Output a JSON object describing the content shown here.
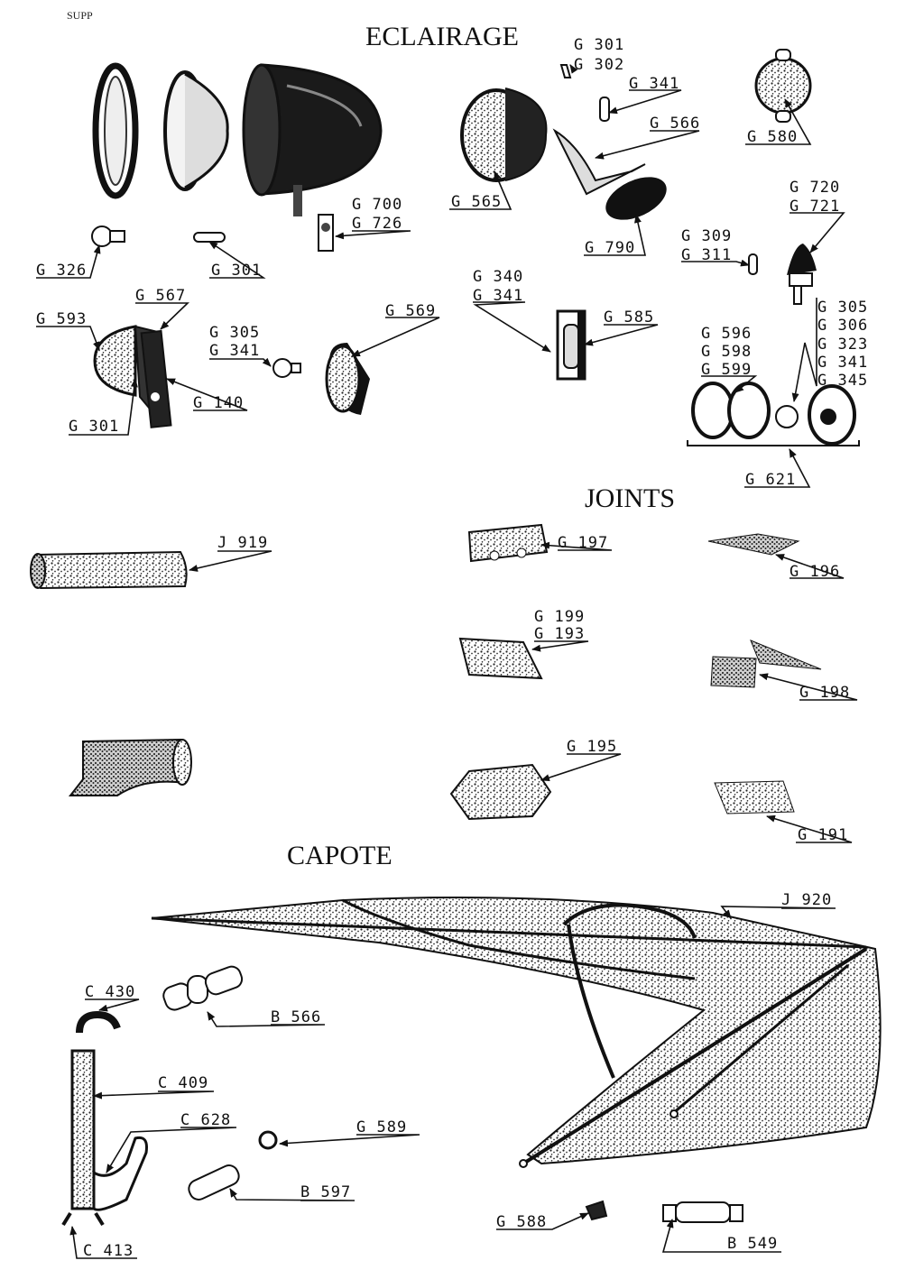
{
  "corner_text": "SUPP",
  "headings": {
    "eclairage": "ECLAIRAGE",
    "joints": "JOINTS",
    "capote": "CAPOTE"
  },
  "labels": {
    "g301_top": "G 301",
    "g302": "G 302",
    "g341_top": "G 341",
    "g566": "G 566",
    "g580": "G 580",
    "g565": "G 565",
    "g700": "G 700",
    "g726": "G 726",
    "g720": "G 720",
    "g721": "G 721",
    "g790": "G 790",
    "g309": "G 309",
    "g311": "G 311",
    "g326": "G 326",
    "g301_mid": "G 301",
    "g340": "G 340",
    "g341_mid": "G 341",
    "g567": "G 567",
    "g593": "G 593",
    "g305_left": "G 305",
    "g341_left": "G 341",
    "g569": "G 569",
    "g585": "G 585",
    "g305_right": "G 305",
    "g306": "G 306",
    "g323": "G 323",
    "g341_right": "G 341",
    "g345": "G 345",
    "g596": "G 596",
    "g598": "G 598",
    "g599": "G 599",
    "g140": "G 140",
    "g301_low": "G 301",
    "g621": "G 621",
    "j919": "J 919",
    "g197": "G 197",
    "g196": "G 196",
    "g199": "G 199",
    "g193": "G 193",
    "g198": "G 198",
    "g195": "G 195",
    "g191": "G 191",
    "j920": "J 920",
    "c430": "C 430",
    "b566": "B 566",
    "c409": "C 409",
    "c628": "C 628",
    "g589": "G 589",
    "b597": "B 597",
    "g588": "G 588",
    "b549": "B 549",
    "c413": "C 413"
  },
  "colors": {
    "ink": "#111111",
    "paper": "#ffffff",
    "shade": "#555555"
  }
}
